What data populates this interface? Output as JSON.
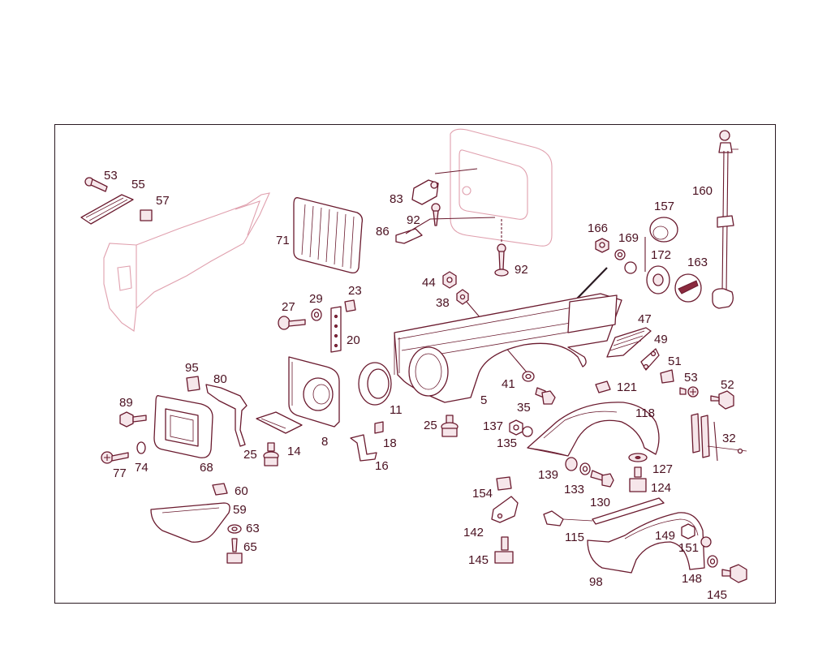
{
  "diagram": {
    "labels": [
      {
        "id": "53a",
        "text": "53"
      },
      {
        "id": "55",
        "text": "55"
      },
      {
        "id": "57",
        "text": "57"
      },
      {
        "id": "71",
        "text": "71"
      },
      {
        "id": "83",
        "text": "83"
      },
      {
        "id": "92a",
        "text": "92"
      },
      {
        "id": "86",
        "text": "86"
      },
      {
        "id": "92b",
        "text": "92"
      },
      {
        "id": "166",
        "text": "166"
      },
      {
        "id": "169",
        "text": "169"
      },
      {
        "id": "157",
        "text": "157"
      },
      {
        "id": "160",
        "text": "160"
      },
      {
        "id": "172",
        "text": "172"
      },
      {
        "id": "163",
        "text": "163"
      },
      {
        "id": "44",
        "text": "44"
      },
      {
        "id": "38",
        "text": "38"
      },
      {
        "id": "27",
        "text": "27"
      },
      {
        "id": "29",
        "text": "29"
      },
      {
        "id": "23",
        "text": "23"
      },
      {
        "id": "20",
        "text": "20"
      },
      {
        "id": "47",
        "text": "47"
      },
      {
        "id": "49",
        "text": "49"
      },
      {
        "id": "51",
        "text": "51"
      },
      {
        "id": "53b",
        "text": "53"
      },
      {
        "id": "52",
        "text": "52"
      },
      {
        "id": "95",
        "text": "95"
      },
      {
        "id": "80",
        "text": "80"
      },
      {
        "id": "89",
        "text": "89"
      },
      {
        "id": "41",
        "text": "41"
      },
      {
        "id": "121",
        "text": "121"
      },
      {
        "id": "11",
        "text": "11"
      },
      {
        "id": "5",
        "text": "5"
      },
      {
        "id": "35",
        "text": "35"
      },
      {
        "id": "118",
        "text": "118"
      },
      {
        "id": "25a",
        "text": "25"
      },
      {
        "id": "137",
        "text": "137"
      },
      {
        "id": "32",
        "text": "32"
      },
      {
        "id": "135",
        "text": "135"
      },
      {
        "id": "18",
        "text": "18"
      },
      {
        "id": "8",
        "text": "8"
      },
      {
        "id": "14",
        "text": "14"
      },
      {
        "id": "25b",
        "text": "25"
      },
      {
        "id": "74",
        "text": "74"
      },
      {
        "id": "77",
        "text": "77"
      },
      {
        "id": "68",
        "text": "68"
      },
      {
        "id": "16",
        "text": "16"
      },
      {
        "id": "139",
        "text": "139"
      },
      {
        "id": "127",
        "text": "127"
      },
      {
        "id": "133",
        "text": "133"
      },
      {
        "id": "124",
        "text": "124"
      },
      {
        "id": "130",
        "text": "130"
      },
      {
        "id": "60",
        "text": "60"
      },
      {
        "id": "154",
        "text": "154"
      },
      {
        "id": "59",
        "text": "59"
      },
      {
        "id": "63",
        "text": "63"
      },
      {
        "id": "142",
        "text": "142"
      },
      {
        "id": "115",
        "text": "115"
      },
      {
        "id": "149",
        "text": "149"
      },
      {
        "id": "65",
        "text": "65"
      },
      {
        "id": "151",
        "text": "151"
      },
      {
        "id": "145a",
        "text": "145"
      },
      {
        "id": "148",
        "text": "148"
      },
      {
        "id": "98",
        "text": "98"
      },
      {
        "id": "145b",
        "text": "145"
      }
    ]
  }
}
